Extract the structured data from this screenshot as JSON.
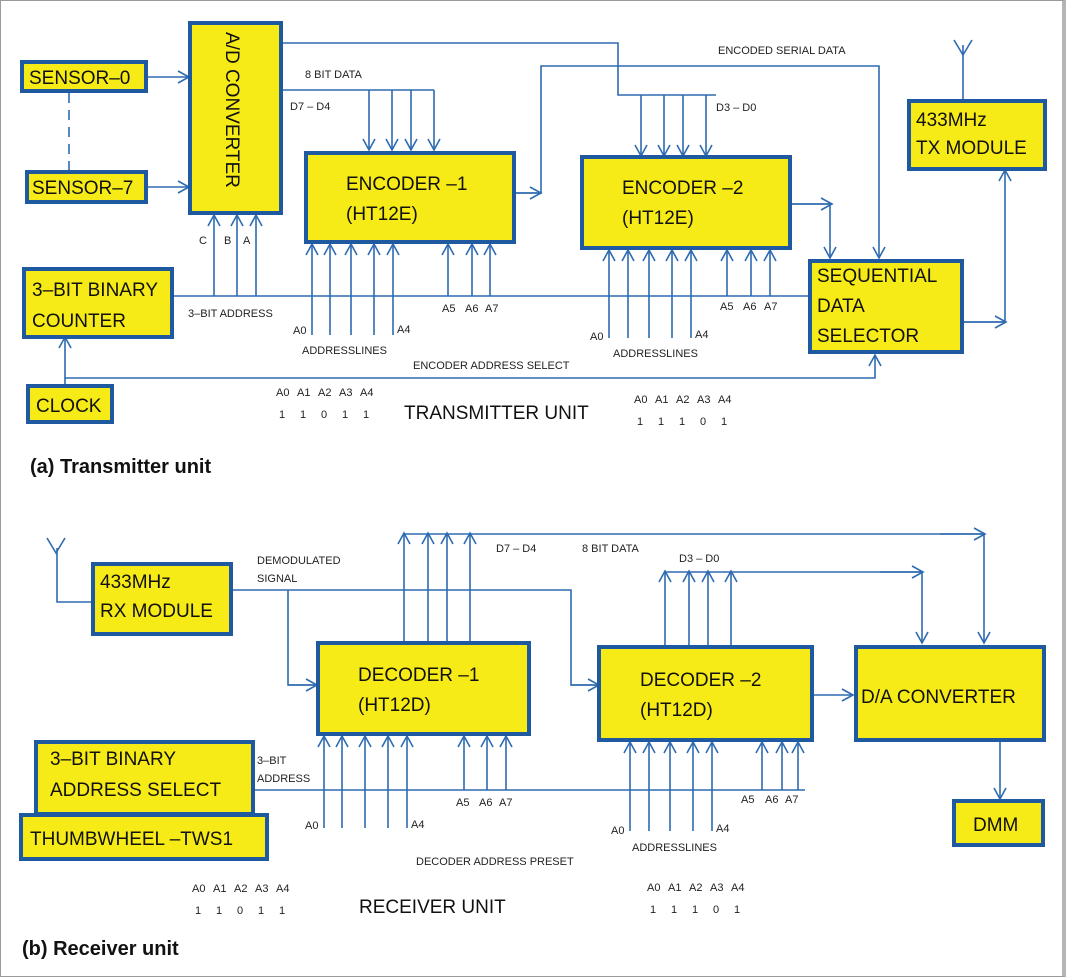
{
  "transmitter": {
    "caption": "(a) Transmitter unit",
    "unit_label": "TRANSMITTER UNIT",
    "blocks": {
      "sensor0": "SENSOR–0",
      "sensor7": "SENSOR–7",
      "adc": "A/D CONVERTER",
      "counter": [
        "3–BIT BINARY",
        "COUNTER"
      ],
      "clock": "CLOCK",
      "encoder1": [
        "ENCODER –1",
        "(HT12E)"
      ],
      "encoder2": [
        "ENCODER –2",
        "(HT12E)"
      ],
      "selector": [
        "SEQUENTIAL",
        "DATA",
        "SELECTOR"
      ],
      "tx": [
        "433MHz",
        "TX MODULE"
      ]
    },
    "labels": {
      "bit8": "8 BIT DATA",
      "d74": "D7 – D4",
      "d30": "D3 – D0",
      "serial": "ENCODED SERIAL DATA",
      "addr3": "3–BIT ADDRESS",
      "enc_addr_sel": "ENCODER ADDRESS SELECT",
      "addresslines": "ADDRESSLINES",
      "c": "C",
      "b": "B",
      "a": "A",
      "a0": "A0",
      "a4": "A4",
      "a5": "A5",
      "a6": "A6",
      "a7": "A7"
    },
    "address_tables": [
      {
        "headers": [
          "A0",
          "A1",
          "A2",
          "A3",
          "A4"
        ],
        "values": [
          "1",
          "1",
          "0",
          "1",
          "1"
        ]
      },
      {
        "headers": [
          "A0",
          "A1",
          "A2",
          "A3",
          "A4"
        ],
        "values": [
          "1",
          "1",
          "1",
          "0",
          "1"
        ]
      }
    ]
  },
  "receiver": {
    "caption": "(b) Receiver unit",
    "unit_label": "RECEIVER UNIT",
    "blocks": {
      "rx": [
        "433MHz",
        "RX MODULE"
      ],
      "decoder1": [
        "DECODER –1",
        "(HT12D)"
      ],
      "decoder2": [
        "DECODER –2",
        "(HT12D)"
      ],
      "dac": "D/A CONVERTER",
      "addr_select": [
        "3–BIT BINARY",
        "ADDRESS SELECT"
      ],
      "thumbwheel": "THUMBWHEEL –TWS1",
      "dmm": "DMM"
    },
    "labels": {
      "demod": [
        "DEMODULATED",
        "SIGNAL"
      ],
      "d74": "D7 – D4",
      "bit8": "8 BIT DATA",
      "d30": "D3 – D0",
      "addr3": [
        "3–BIT",
        "ADDRESS"
      ],
      "dec_preset": "DECODER ADDRESS PRESET",
      "addresslines": "ADDRESSLINES",
      "a0": "A0",
      "a4": "A4",
      "a5": "A5",
      "a6": "A6",
      "a7": "A7"
    },
    "address_tables": [
      {
        "headers": [
          "A0",
          "A1",
          "A2",
          "A3",
          "A4"
        ],
        "values": [
          "1",
          "1",
          "0",
          "1",
          "1"
        ]
      },
      {
        "headers": [
          "A0",
          "A1",
          "A2",
          "A3",
          "A4"
        ],
        "values": [
          "1",
          "1",
          "1",
          "0",
          "1"
        ]
      }
    ]
  },
  "colors": {
    "block_fill": "#f6eb16",
    "block_border": "#1f5aa0",
    "wire": "#2e6bb0"
  }
}
